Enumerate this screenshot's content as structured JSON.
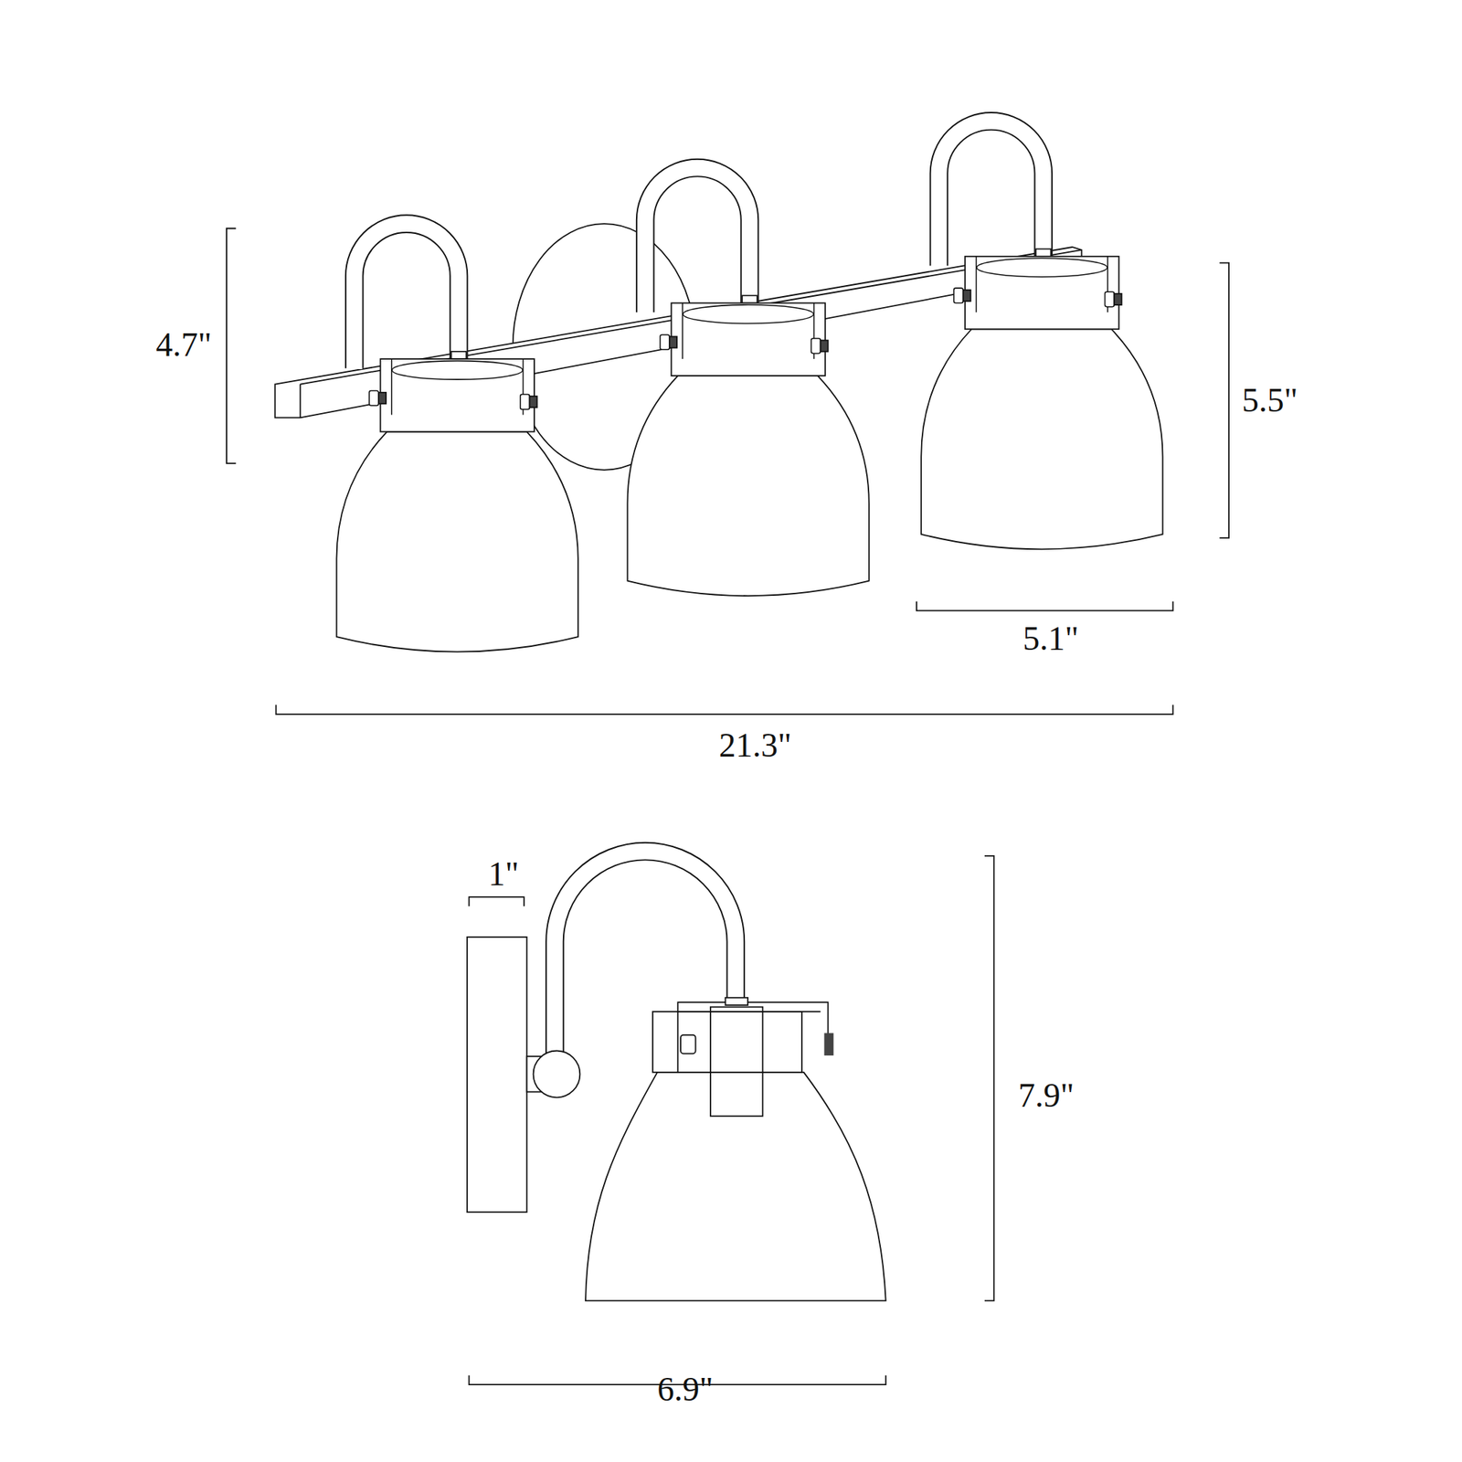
{
  "diagram": {
    "labels": [
      "4.7\"",
      "5.5\"",
      "5.1\"",
      "21.3\"",
      "1\"",
      "7.9\"",
      "6.9\""
    ]
  }
}
